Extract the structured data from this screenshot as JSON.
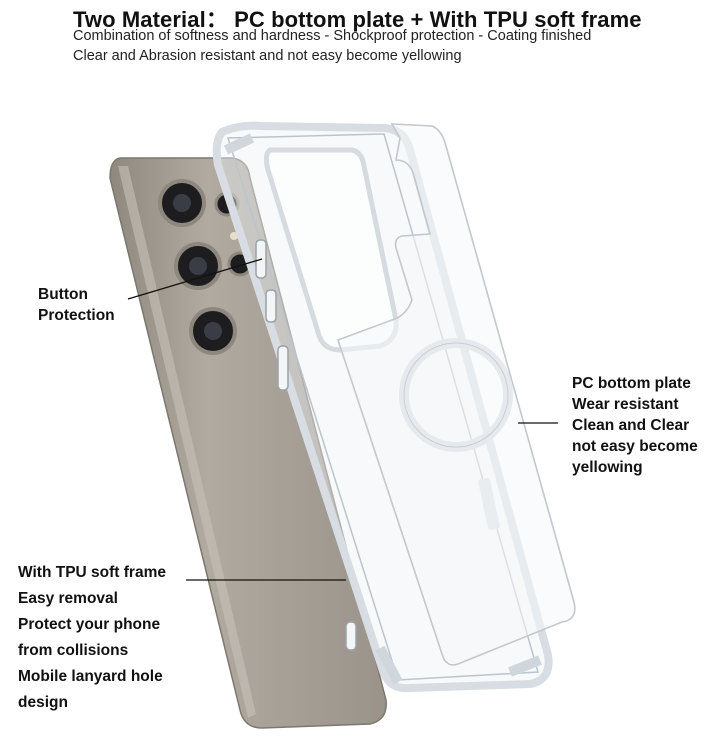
{
  "header": {
    "title": "Two Material： PC bottom plate + With TPU soft frame",
    "line1": "Combination of softness and hardness - Shockproof protection - Coating finished",
    "line2": "Clear and Abrasion resistant and not easy become yellowing"
  },
  "callouts": {
    "button": [
      "Button",
      "Protection"
    ],
    "plate": [
      "PC bottom plate",
      "Wear resistant",
      "Clean and Clear",
      "not easy become",
      "yellowing"
    ],
    "tpu": [
      "With TPU soft frame",
      "Easy removal",
      "Protect your phone",
      "from collisions",
      "Mobile lanyard hole",
      "design"
    ]
  },
  "colors": {
    "phone_body": "#a39c93",
    "frame": "#e4eaef",
    "plate_edge": "#c9cfd4",
    "text": "#111111"
  }
}
